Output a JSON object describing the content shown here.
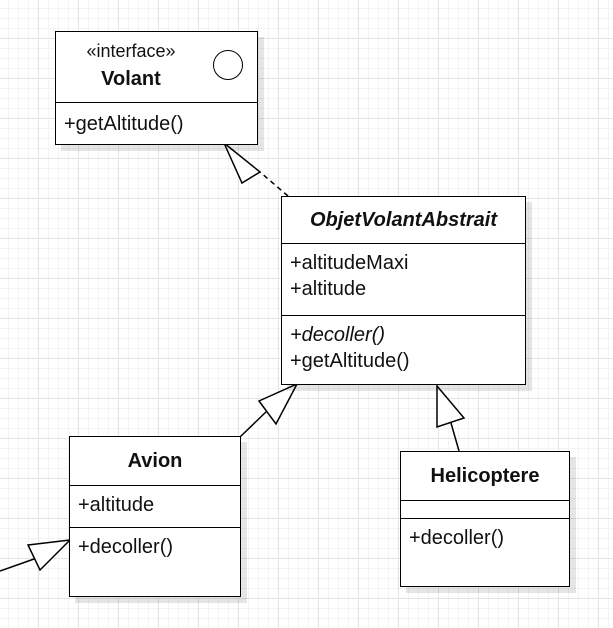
{
  "classes": {
    "volant": {
      "stereotype": "«interface»",
      "name": "Volant",
      "attributes": [],
      "operations": [
        "+getAltitude()"
      ]
    },
    "objet_volant_abstrait": {
      "name": "ObjetVolantAbstrait",
      "abstract": true,
      "attributes": [
        "+altitudeMaxi",
        "+altitude"
      ],
      "operations": [
        "+decoller()",
        "+getAltitude()"
      ]
    },
    "avion": {
      "name": "Avion",
      "attributes": [
        "+altitude"
      ],
      "operations": [
        "+decoller()"
      ]
    },
    "helicoptere": {
      "name": "Helicoptere",
      "attributes": [],
      "operations": [
        "+decoller()"
      ]
    }
  },
  "relations": [
    {
      "type": "realization",
      "from": "ObjetVolantAbstrait",
      "to": "Volant"
    },
    {
      "type": "generalization",
      "from": "Avion",
      "to": "ObjetVolantAbstrait"
    },
    {
      "type": "generalization",
      "from": "Helicoptere",
      "to": "ObjetVolantAbstrait"
    },
    {
      "type": "generalization",
      "to": "Avion"
    }
  ],
  "colors": {
    "stroke": "#000000",
    "fill": "#ffffff",
    "grid": "#e4e4e4"
  }
}
